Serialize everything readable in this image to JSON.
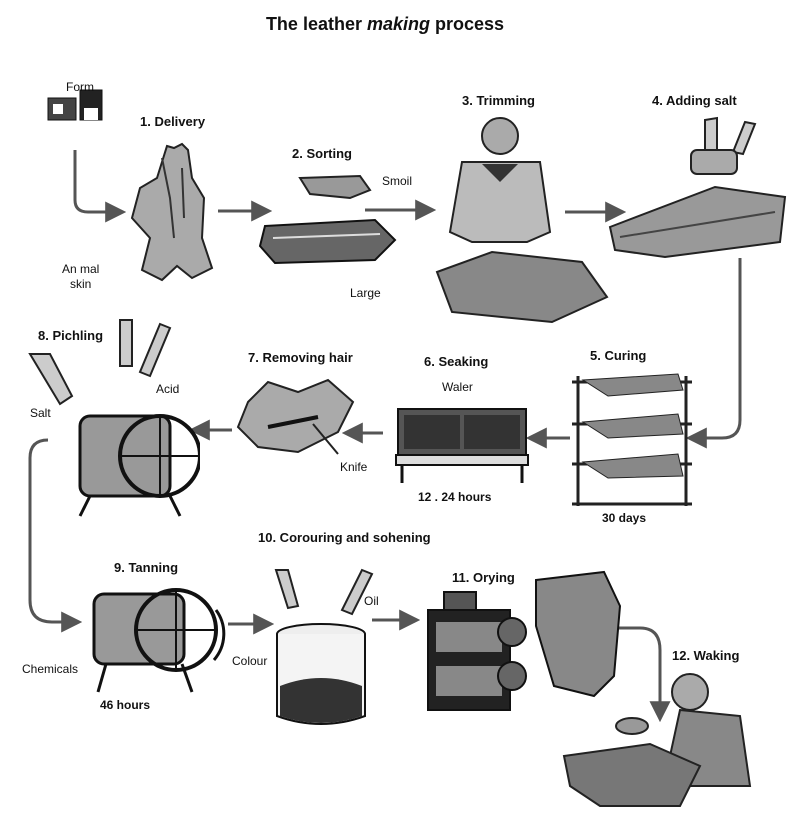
{
  "title": {
    "part1": "The leather ",
    "part2": "making",
    "part3": " process"
  },
  "steps": [
    {
      "label": "1. Delivery"
    },
    {
      "label": "2. Sorting"
    },
    {
      "label": "3. Trimming"
    },
    {
      "label": "4. Adding salt"
    },
    {
      "label": "5. Curing"
    },
    {
      "label": "6. Seaking"
    },
    {
      "label": "7. Removing hair"
    },
    {
      "label": "8. Pichling"
    },
    {
      "label": "9. Tanning"
    },
    {
      "label": "10. Corouring and sohening"
    },
    {
      "label": "11. Orying"
    },
    {
      "label": "12. Waking"
    }
  ],
  "annotations": {
    "farm": "Form",
    "animal_skin_1": "An mal",
    "animal_skin_2": "skin",
    "small": "Smoil",
    "large": "Large",
    "water": "Waler",
    "soak_time": "12 . 24 hours",
    "cure_time": "30 days",
    "knife": "Knife",
    "acid": "Acid",
    "salt": "Salt",
    "chemicals": "Chemicals",
    "tan_time": "46 hours",
    "colour": "Colour",
    "oil": "Oil"
  },
  "colors": {
    "ink": "#1a1a1a",
    "shade": "#6d6d6d",
    "light": "#bdbdbd",
    "arrow": "#555555"
  }
}
